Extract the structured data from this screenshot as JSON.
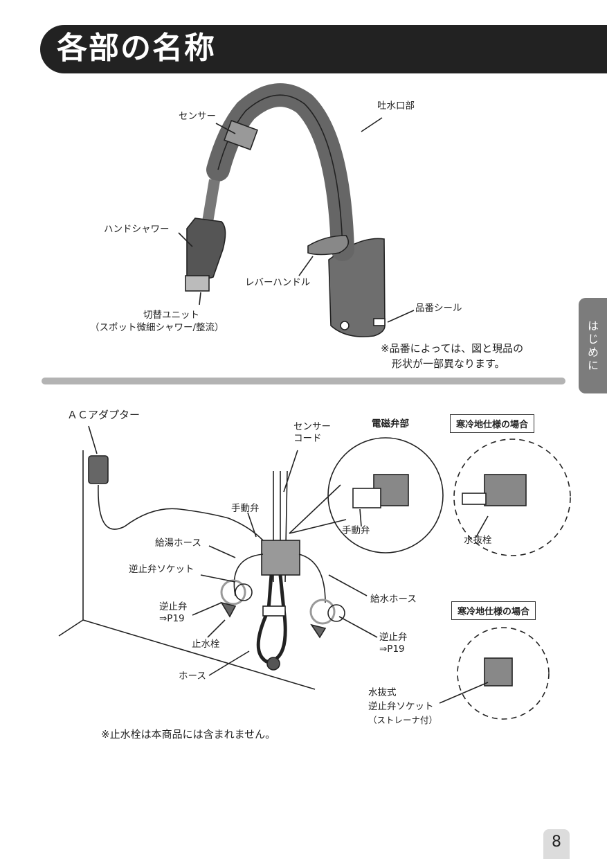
{
  "header": {
    "title": "各部の名称"
  },
  "side_tab": {
    "label": "はじめに"
  },
  "page_number": "8",
  "faucet_labels": {
    "sensor": "センサー",
    "spout": "吐水口部",
    "hand_shower": "ハンドシャワー",
    "lever_handle": "レバーハンドル",
    "part_number_seal": "品番シール",
    "switch_unit_line1": "切替ユニット",
    "switch_unit_line2": "（スポット微細シャワー/整流）"
  },
  "faucet_note": {
    "line1": "※品番によっては、図と現品の",
    "line2": "形状が一部異なります。"
  },
  "plumbing_labels": {
    "ac_adapter": "ＡＣアダプター",
    "sensor_cord_line1": "センサー",
    "sensor_cord_line2": "コード",
    "solenoid_section": "電磁弁部",
    "cold_region_1": "寒冷地仕様の場合",
    "cold_region_2": "寒冷地仕様の場合",
    "manual_valve_1": "手動弁",
    "manual_valve_2": "手動弁",
    "hot_hose": "給湯ホース",
    "check_valve_socket": "逆止弁ソケット",
    "check_valve_left_1": "逆止弁",
    "check_valve_left_2": "⇒P19",
    "stop_valve": "止水栓",
    "hose": "ホース",
    "water_hose": "給水ホース",
    "check_valve_right_1": "逆止弁",
    "check_valve_right_2": "⇒P19",
    "drain_plug": "水抜栓",
    "drain_socket_line1": "水抜式",
    "drain_socket_line2": "逆止弁ソケット",
    "drain_socket_line3": "（ストレーナ付）"
  },
  "bottom_note": "※止水栓は本商品には含まれません。"
}
